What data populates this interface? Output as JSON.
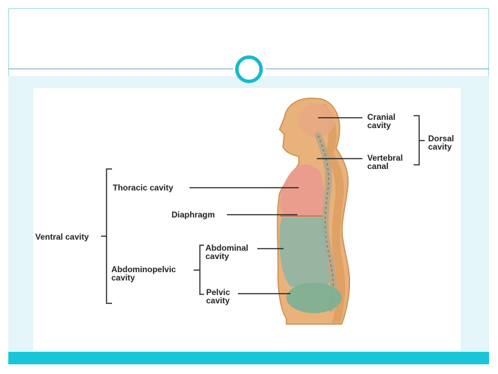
{
  "diagram": {
    "labels": {
      "cranial_line1": "Cranial",
      "cranial_line2": "cavity",
      "dorsal_line1": "Dorsal",
      "dorsal_line2": "cavity",
      "vertebral_line1": "Vertebral",
      "vertebral_line2": "canal",
      "thoracic": "Thoracic cavity",
      "diaphragm": "Diaphragm",
      "ventral": "Ventral cavity",
      "abdominal_line1": "Abdominal",
      "abdominal_line2": "cavity",
      "abdominopelvic_line1": "Abdominopelvic",
      "abdominopelvic_line2": "cavity",
      "pelvic_line1": "Pelvic",
      "pelvic_line2": "cavity"
    },
    "colors": {
      "skin": "#e9b27a",
      "skin_shadow": "#d89453",
      "brain": "#e8a884",
      "thoracic": "#ea9a8e",
      "abdominal": "#8fb5a4",
      "pelvic": "#7fb093",
      "spine": "#b9a98c",
      "accent": "#18c6d8"
    }
  }
}
